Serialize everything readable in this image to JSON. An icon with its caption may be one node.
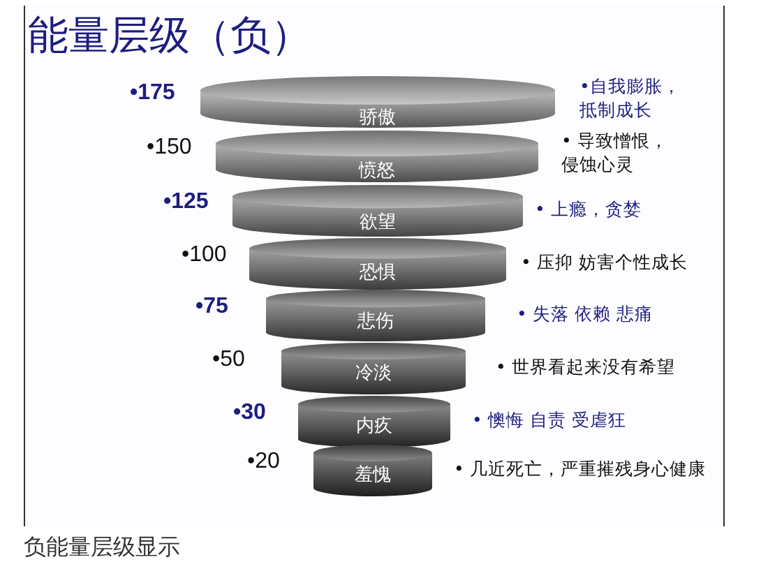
{
  "diagram": {
    "title": "能量层级（负）",
    "caption": "负能量层级显示",
    "nodes": [
      {
        "text": [
          "骄傲"
        ]
      },
      {
        "text": [
          "愤怒"
        ]
      },
      {
        "text": [
          "欲望"
        ]
      },
      {
        "text": [
          "恐惧"
        ]
      },
      {
        "text": [
          "悲伤"
        ]
      },
      {
        "text": [
          "冷淡"
        ]
      },
      {
        "text": [
          "内疚"
        ]
      },
      {
        "text": [
          "羞愧"
        ]
      }
    ],
    "labels": [
      "•175",
      "•自我膨胀，抵制成长",
      "•150",
      "• 导致憎恨，侵蚀心灵",
      "•125",
      "• 上瘾，贪婪",
      "•100",
      "• 压抑 妨害个性成长",
      "•75",
      "• 失落 依赖 悲痛",
      "•50",
      "• 世界看起来没有希望",
      "•30",
      "• 懊悔 自责 受虐狂",
      "•20",
      "• 几近死亡，严重摧残身心健康"
    ]
  }
}
